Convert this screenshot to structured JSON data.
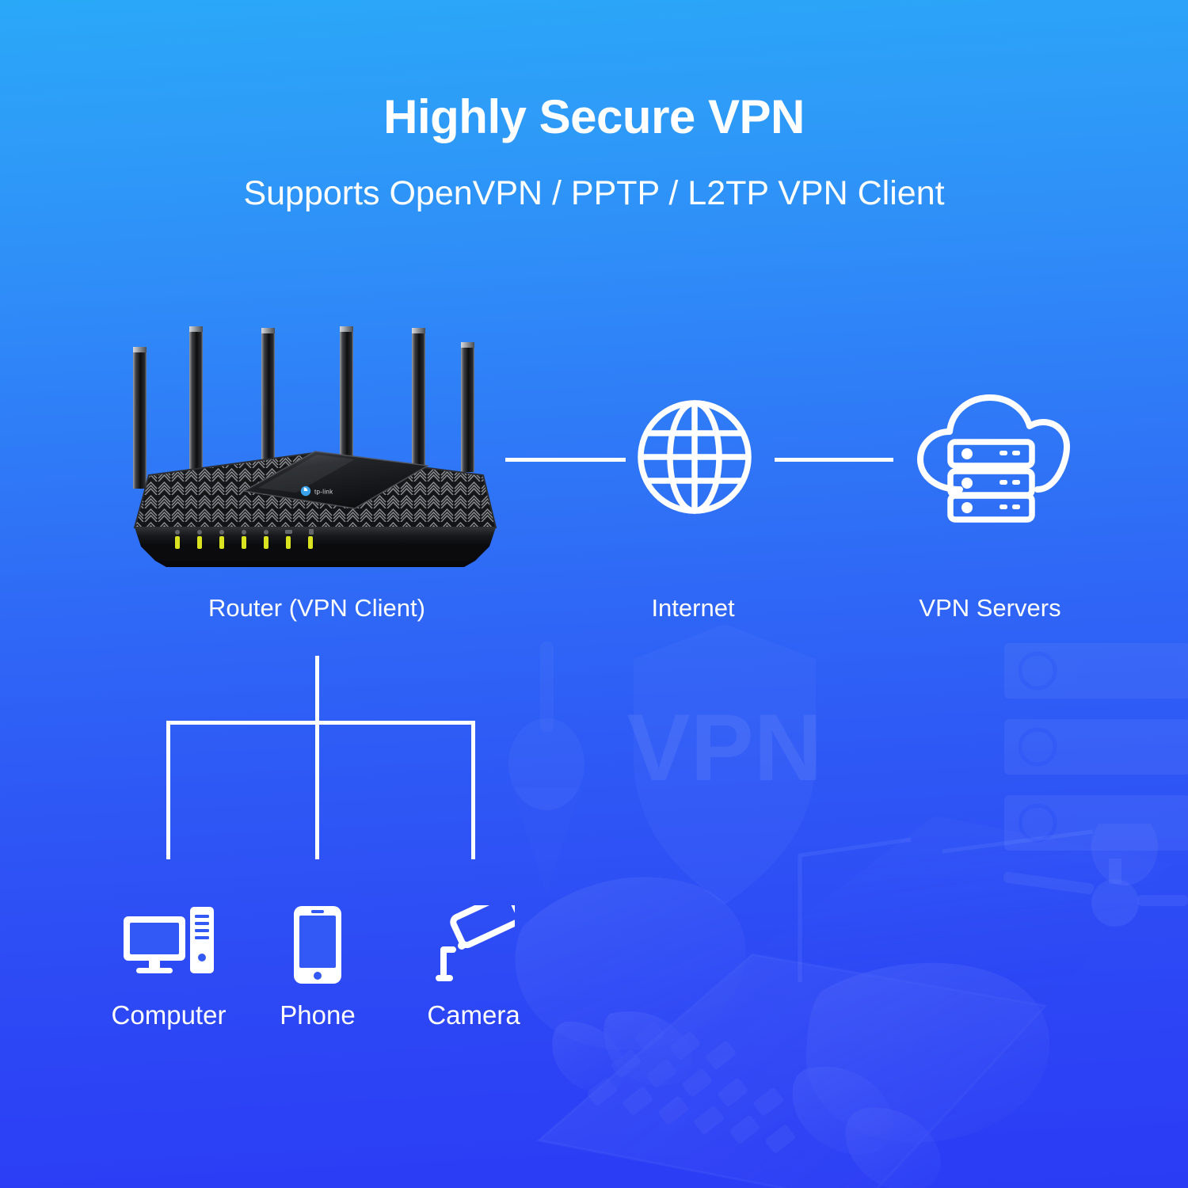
{
  "header": {
    "title": "Highly Secure VPN",
    "subtitle": "Supports OpenVPN / PPTP / L2TP VPN Client"
  },
  "colors": {
    "background_top": "#2aa8f8",
    "background_bottom": "#2b3cf5",
    "foreground": "#ffffff",
    "router_body": "#1a1a1c",
    "led": "#d8e21a"
  },
  "diagram": {
    "nodes": [
      {
        "id": "router",
        "label": "Router (VPN Client)",
        "icon": "router-icon"
      },
      {
        "id": "internet",
        "label": "Internet",
        "icon": "globe-icon"
      },
      {
        "id": "servers",
        "label": "VPN Servers",
        "icon": "cloud-server-icon"
      }
    ],
    "connections": [
      {
        "from": "router",
        "to": "internet"
      },
      {
        "from": "internet",
        "to": "servers"
      }
    ],
    "clients": [
      {
        "id": "computer",
        "label": "Computer",
        "icon": "desktop-computer-icon"
      },
      {
        "id": "phone",
        "label": "Phone",
        "icon": "smartphone-icon"
      },
      {
        "id": "camera",
        "label": "Camera",
        "icon": "cctv-camera-icon"
      }
    ]
  },
  "background": {
    "watermark_text": "VPN",
    "watermark_shape": "shield",
    "photo": "hands-typing-on-laptop",
    "decorations": [
      "server-rack",
      "network-nodes"
    ]
  },
  "router_device": {
    "brand": "tp-link",
    "antenna_count": 6,
    "led_count": 7
  }
}
